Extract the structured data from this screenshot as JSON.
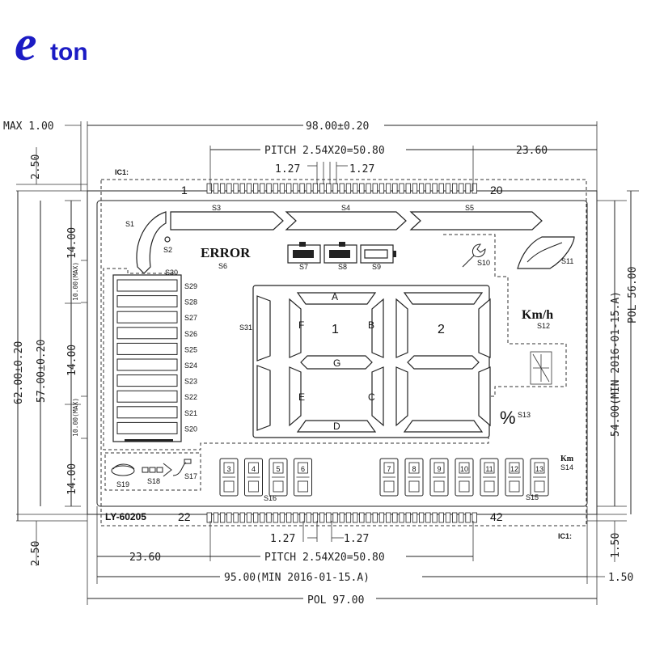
{
  "logo": {
    "text_e": "e",
    "text_rest": "ton",
    "color": "#1b1bc4"
  },
  "model": "LY-60205",
  "ic_label": "IC1:",
  "pins": {
    "first": "1",
    "last": "20",
    "first_bottom": "22",
    "last_bottom": "42"
  },
  "dimensions": {
    "max": "MAX 1.00",
    "overall_width": "98.00±0.20",
    "pitch_top": "PITCH 2.54X20=50.80",
    "pitch_bottom": "PITCH 2.54X20=50.80",
    "offset_right": "23.60",
    "offset_left": "23.60",
    "pin_gap_a": "1.27",
    "pin_gap_b": "1.27",
    "pin_gap_c": "1.27",
    "pin_gap_d": "1.27",
    "va_width": "95.00(MIN 2016-01-15.A)",
    "pol_width": "POL 97.00",
    "margin_right": "1.50",
    "height_overall": "62.00±0.20",
    "height_inner": "57.00±0.20",
    "height_va": "54.00(MIN 2016-01-15.A)",
    "height_pol": "POL 56.00",
    "top_2_50": "2.50",
    "bottom_2_50": "2.50",
    "right_1_50": "1.50",
    "seg_14_a": "14.00",
    "seg_14_b": "14.00",
    "seg_14_c": "14.00",
    "max_10_a": "10.00(MAX)",
    "max_10_b": "10.00(MAX)"
  },
  "segments": {
    "s1": "S1",
    "s2": "S2",
    "s3": "S3",
    "s4": "S4",
    "s5": "S5",
    "error_text": "ERROR",
    "s6": "S6",
    "s7": "S7",
    "s8": "S8",
    "s9": "S9",
    "s10": "S10",
    "s11": "S11",
    "kmh_text": "Km/h",
    "s12": "S12",
    "s13": "S13",
    "km_text": "Km",
    "s14": "S14",
    "s15": "S15",
    "s16": "S16",
    "s17": "S17",
    "s18": "S18",
    "s19": "S19",
    "s30": "S30",
    "s31": "S31",
    "battery_bars": [
      "S29",
      "S28",
      "S27",
      "S26",
      "S25",
      "S24",
      "S23",
      "S22",
      "S21",
      "S20"
    ],
    "digit_1": "1",
    "digit_2": "2",
    "letters": {
      "a": "A",
      "b": "B",
      "c": "C",
      "d": "D",
      "e": "E",
      "f": "F",
      "g": "G"
    },
    "small_digits_left": [
      "3",
      "4",
      "5",
      "6"
    ],
    "small_digits_right": [
      "7",
      "8",
      "9",
      "10",
      "11",
      "12",
      "13"
    ]
  }
}
